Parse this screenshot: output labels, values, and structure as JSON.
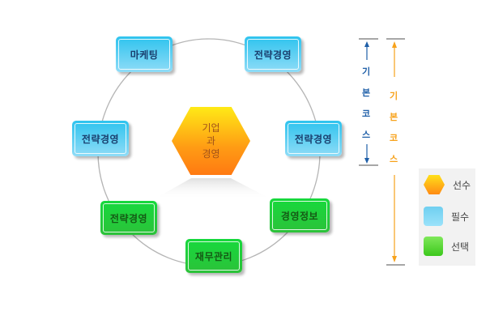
{
  "center": {
    "lines": [
      "기업",
      "과",
      "경영"
    ],
    "category": "선수"
  },
  "nodes": [
    {
      "label": "마케팅",
      "type": "필수"
    },
    {
      "label": "전략경영",
      "type": "필수"
    },
    {
      "label": "전략경영",
      "type": "필수"
    },
    {
      "label": "전략경영",
      "type": "필수"
    },
    {
      "label": "경영정보",
      "type": "선택"
    },
    {
      "label": "재무관리",
      "type": "선택"
    },
    {
      "label": "전략경영",
      "type": "선택"
    }
  ],
  "course_markers": [
    {
      "label_chars": [
        "기",
        "본",
        "코",
        "스"
      ],
      "color": "#1f5fa8"
    },
    {
      "label_chars": [
        "기",
        "본",
        "코",
        "스"
      ],
      "color": "#f7a21b"
    }
  ],
  "legend": {
    "items": [
      {
        "label": "선수",
        "shape": "hexagon",
        "color": "#ffb41a"
      },
      {
        "label": "필수",
        "shape": "square",
        "color": "#7fd6f3"
      },
      {
        "label": "선택",
        "shape": "square",
        "color": "#44d62c"
      }
    ]
  }
}
